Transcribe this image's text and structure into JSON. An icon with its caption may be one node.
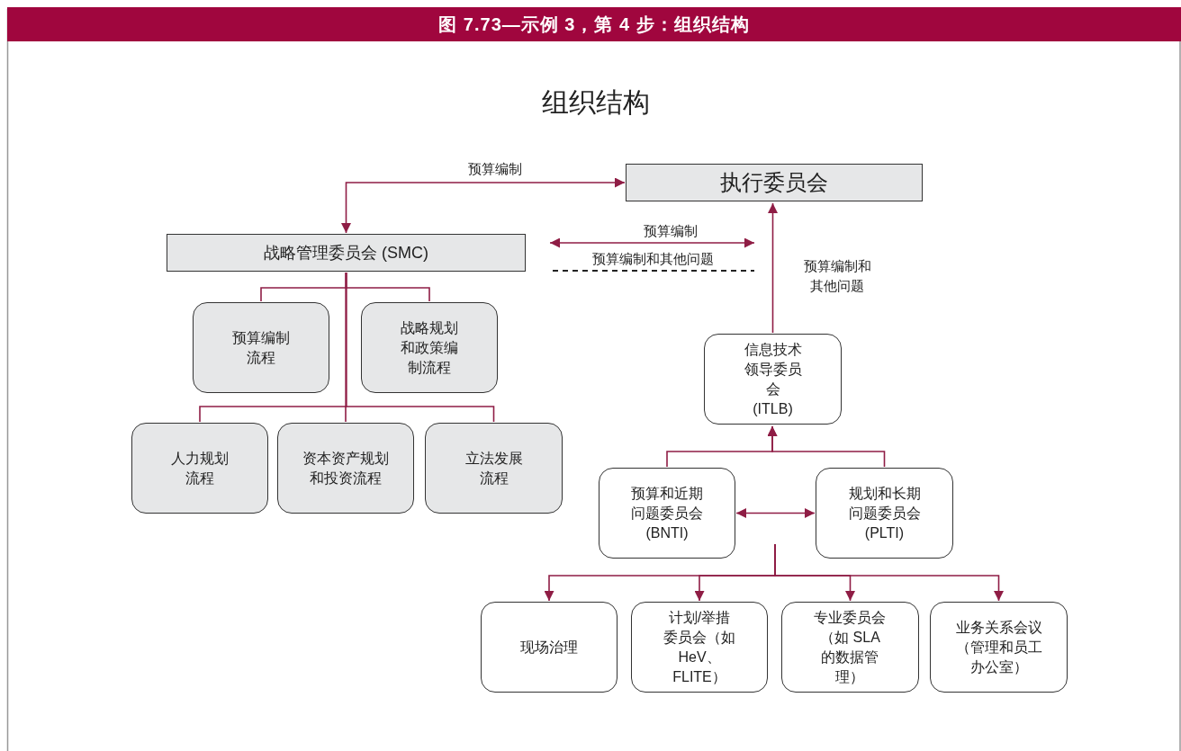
{
  "diagram": {
    "title": "图 7.73—示例 3，第 4 步：组织结构",
    "nodes": [
      {
        "text": [
          "执行委员会"
        ]
      },
      {
        "text": [
          "战略管理委员会 (SMC)"
        ]
      },
      {
        "text": [
          "预算编制流程"
        ]
      },
      {
        "text": [
          "战略规划和政策编制流程"
        ]
      },
      {
        "text": [
          "人力规划流程"
        ]
      },
      {
        "text": [
          "资本资产规划和投资流程"
        ]
      },
      {
        "text": [
          "立法发展流程"
        ]
      },
      {
        "text": [
          "信息技术领导委员会 (ITLB)"
        ]
      },
      {
        "text": [
          "预算和近期问题委员会 (BNTI)"
        ]
      },
      {
        "text": [
          "规划和长期问题委员会 (PLTI)"
        ]
      },
      {
        "text": [
          "现场治理"
        ]
      },
      {
        "text": [
          "计划/举措委员会（如 HeV、FLITE）"
        ]
      },
      {
        "text": [
          "专业委员会（如 SLA 的数据管理）"
        ]
      },
      {
        "text": [
          "业务关系会议（管理和员工办公室）"
        ]
      }
    ],
    "edges": [
      {
        "from": 1,
        "to": 0,
        "arrow": "both",
        "label": "预算编制"
      },
      {
        "from": 1,
        "to": 2,
        "arrow": "none"
      },
      {
        "from": 1,
        "to": 3,
        "arrow": "none"
      },
      {
        "from": 1,
        "to": 4,
        "arrow": "none"
      },
      {
        "from": 1,
        "to": 5,
        "arrow": "none"
      },
      {
        "from": 1,
        "to": 6,
        "arrow": "none"
      },
      {
        "from": 7,
        "to": 0,
        "arrow": "to",
        "label": "预算编制和其他问题"
      },
      {
        "from": 8,
        "to": 7,
        "arrow": "to"
      },
      {
        "from": 9,
        "to": 7,
        "arrow": "to"
      },
      {
        "from": 8,
        "to": 9,
        "arrow": "both"
      },
      {
        "from": null,
        "to": 10,
        "arrow": "to"
      },
      {
        "from": null,
        "to": 11,
        "arrow": "to"
      },
      {
        "from": null,
        "to": 12,
        "arrow": "to"
      },
      {
        "from": null,
        "to": 13,
        "arrow": "to"
      }
    ],
    "labels": [
      "组织结构"
    ],
    "legend": [
      {
        "text": "预算编制"
      },
      {
        "text": "预算编制和其他问题"
      }
    ]
  }
}
